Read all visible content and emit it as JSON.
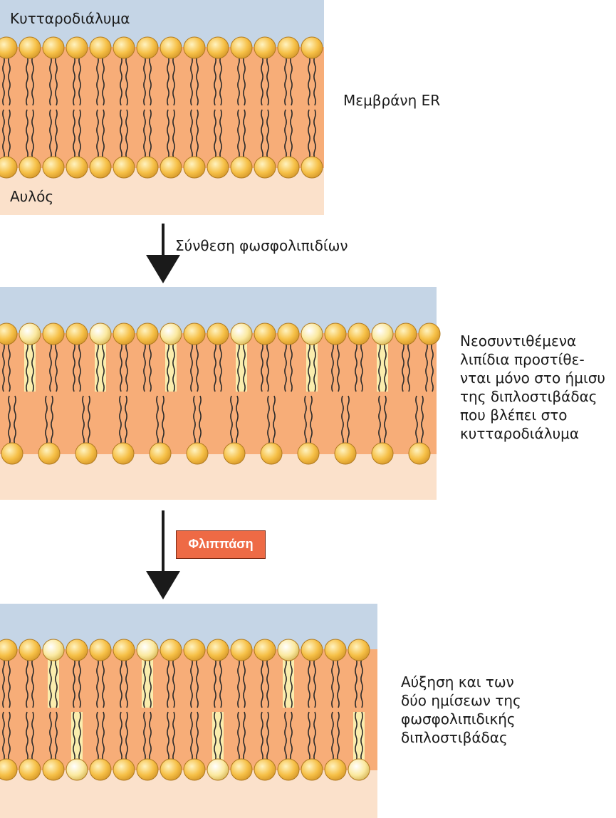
{
  "panel1": {
    "top_label": "Κυτταροδιάλυμα",
    "bottom_label": "Αυλός",
    "side_label": "Μεμβράνη ER"
  },
  "step1": {
    "label": "Σύνθεση φωσφολιπιδίων"
  },
  "panel2": {
    "side_label": "Νεοσυντιθέμενα\nλιπίδια προστίθε-\nνται μόνο στο ήμισυ\nτης διπλοστιβάδας\nπου βλέπει στο\nκυτταροδιάλυμα"
  },
  "step2": {
    "enzyme": "Φλιππάση"
  },
  "panel3": {
    "side_label": "Αύξηση και των\nδύο ημίσεων της\nφωσφολιπιδικής\nδιπλοστιβάδας"
  },
  "colors": {
    "cytosol": "#c5d5e6",
    "lumen": "#fbe1cb",
    "core": "#f7ad78",
    "head_old": "#f6c047",
    "head_new": "#fbe9a0",
    "tail_new": "#faf0b0",
    "enzyme_fill": "#ee6a45"
  }
}
